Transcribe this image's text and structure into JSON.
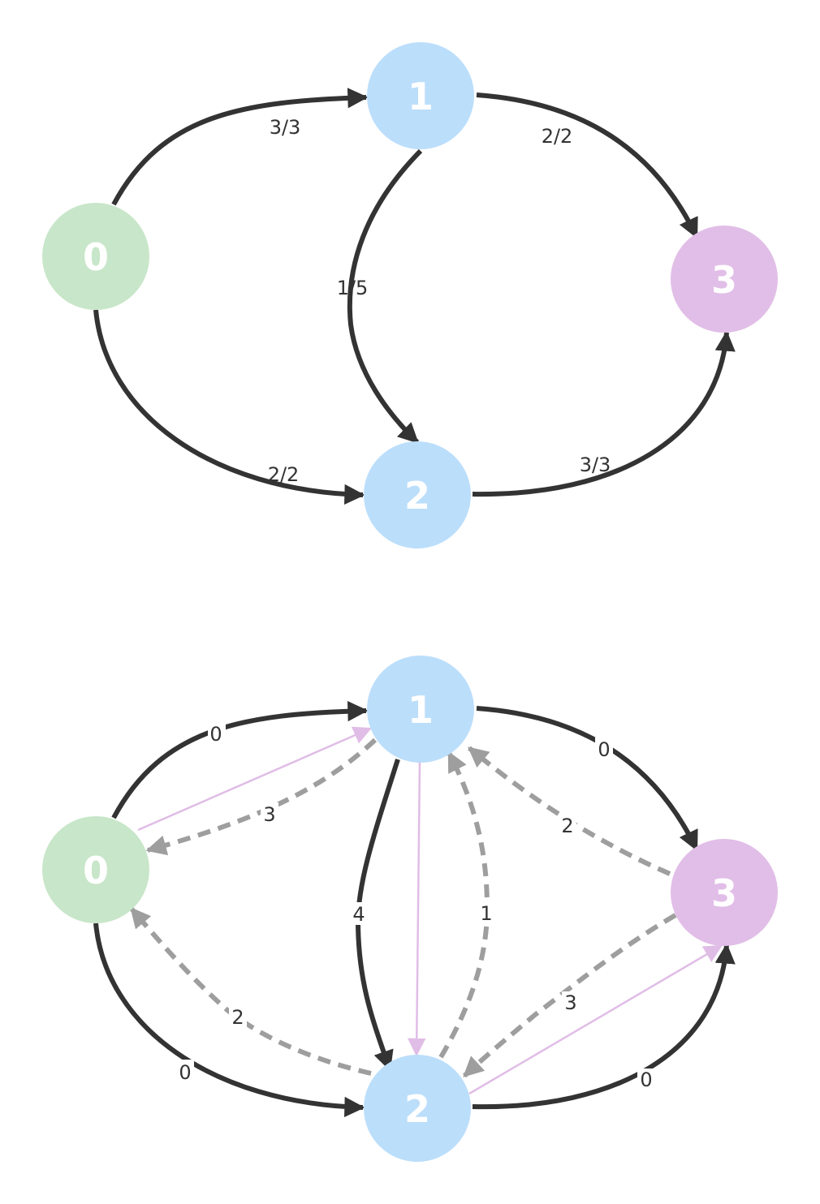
{
  "colors": {
    "source": "#c8e6c9",
    "middle": "#bbdefb",
    "sink": "#e1bee7",
    "edge": "#333333",
    "residual": "#9e9e9e",
    "augmenting_path": "#e0bde6",
    "node_text": "#ffffff"
  },
  "flow_graph": {
    "nodes": [
      {
        "id": "0",
        "label": "0",
        "role": "source"
      },
      {
        "id": "1",
        "label": "1",
        "role": "middle"
      },
      {
        "id": "2",
        "label": "2",
        "role": "middle"
      },
      {
        "id": "3",
        "label": "3",
        "role": "sink"
      }
    ],
    "edges": [
      {
        "from": "0",
        "to": "1",
        "label": "3/3"
      },
      {
        "from": "1",
        "to": "3",
        "label": "2/2"
      },
      {
        "from": "1",
        "to": "2",
        "label": "1/5"
      },
      {
        "from": "0",
        "to": "2",
        "label": "2/2"
      },
      {
        "from": "2",
        "to": "3",
        "label": "3/3"
      }
    ]
  },
  "residual_graph": {
    "nodes": [
      {
        "id": "0",
        "label": "0",
        "role": "source"
      },
      {
        "id": "1",
        "label": "1",
        "role": "middle"
      },
      {
        "id": "2",
        "label": "2",
        "role": "middle"
      },
      {
        "id": "3",
        "label": "3",
        "role": "sink"
      }
    ],
    "forward_edges": [
      {
        "from": "0",
        "to": "1",
        "label": "0"
      },
      {
        "from": "1",
        "to": "3",
        "label": "0"
      },
      {
        "from": "1",
        "to": "2",
        "label": "4"
      },
      {
        "from": "0",
        "to": "2",
        "label": "0"
      },
      {
        "from": "2",
        "to": "3",
        "label": "0"
      }
    ],
    "backward_edges": [
      {
        "from": "1",
        "to": "0",
        "label": "3"
      },
      {
        "from": "3",
        "to": "1",
        "label": "2"
      },
      {
        "from": "2",
        "to": "1",
        "label": "1"
      },
      {
        "from": "2",
        "to": "0",
        "label": "2"
      },
      {
        "from": "3",
        "to": "2",
        "label": "3"
      }
    ],
    "path_edges": [
      {
        "from": "0",
        "to": "1"
      },
      {
        "from": "1",
        "to": "2"
      },
      {
        "from": "2",
        "to": "3"
      }
    ]
  }
}
